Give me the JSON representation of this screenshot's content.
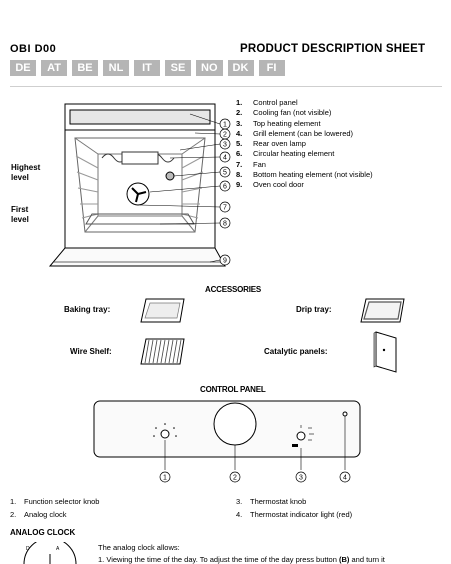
{
  "header": {
    "model": "OBI D00",
    "title": "PRODUCT DESCRIPTION SHEET",
    "languages": [
      "DE",
      "AT",
      "BE",
      "NL",
      "IT",
      "SE",
      "NO",
      "DK",
      "FI"
    ]
  },
  "parts": [
    {
      "num": "1.",
      "label": "Control panel"
    },
    {
      "num": "2.",
      "label": "Cooling fan (not visible)"
    },
    {
      "num": "3.",
      "label": "Top heating element"
    },
    {
      "num": "4.",
      "label": "Grill element (can be lowered)"
    },
    {
      "num": "5.",
      "label": "Rear oven lamp"
    },
    {
      "num": "6.",
      "label": "Circular heating element"
    },
    {
      "num": "7.",
      "label": "Fan"
    },
    {
      "num": "8.",
      "label": "Bottom heating element (not visible)"
    },
    {
      "num": "9.",
      "label": "Oven cool door"
    }
  ],
  "oven_diagram": {
    "highest_level": "Highest\nlevel",
    "first_level": "First\nlevel",
    "callouts": [
      "1",
      "2",
      "3",
      "4",
      "5",
      "6",
      "7",
      "8",
      "9"
    ]
  },
  "accessories": {
    "heading": "ACCESSORIES",
    "baking_tray": "Baking tray:",
    "drip_tray": "Drip tray:",
    "wire_shelf": "Wire Shelf:",
    "catalytic_panels": "Catalytic panels:"
  },
  "control_panel": {
    "heading": "CONTROL PANEL",
    "callouts": [
      "1",
      "2",
      "3",
      "4"
    ],
    "legend": [
      {
        "num": "1.",
        "label": "Function selector knob"
      },
      {
        "num": "2.",
        "label": "Analog clock"
      },
      {
        "num": "3.",
        "label": "Thermostat knob"
      },
      {
        "num": "4.",
        "label": "Thermostat indicator light (red)"
      }
    ]
  },
  "analog_clock": {
    "heading": "ANALOG CLOCK",
    "intro": "The analog clock allows:",
    "item1_pre": "1.  Viewing the time of the day. To adjust the time of the day press button ",
    "item1_bold": "(B)",
    "item1_post": " and turn it",
    "dial_labels": [
      "D",
      "A"
    ]
  }
}
